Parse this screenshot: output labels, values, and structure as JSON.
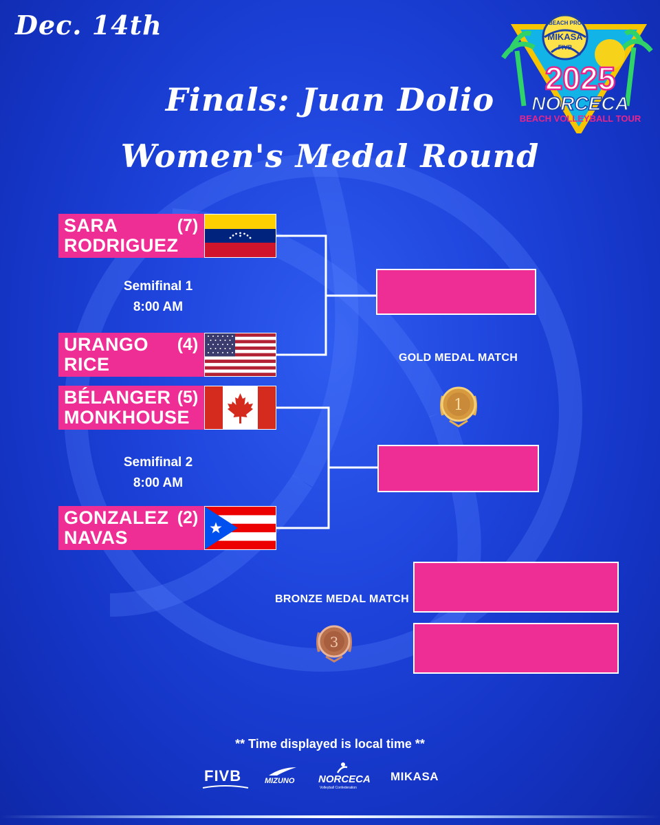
{
  "header": {
    "date": "Dec. 14th",
    "title_line1": "Finals: Juan Dolio",
    "title_line2": "Women's Medal Round"
  },
  "logo": {
    "top_text": "BEACH PRO",
    "ball_brand": "MIKASA",
    "ball_sub": "FIVB",
    "year": "2025",
    "name": "NORCECA",
    "subtitle": "BEACH VOLLEYBALL TOUR"
  },
  "semifinal1": {
    "label": "Semifinal 1",
    "time": "8:00 AM",
    "team_a": {
      "line1": "SARA",
      "line2": "RODRIGUEZ",
      "seed": "(7)",
      "flag": "venezuela-flag"
    },
    "team_b": {
      "line1": "URANGO",
      "line2": "RICE",
      "seed": "(4)",
      "flag": "usa-flag"
    }
  },
  "semifinal2": {
    "label": "Semifinal 2",
    "time": "8:00 AM",
    "team_a": {
      "line1": "BÉLANGER",
      "line2": "MONKHOUSE",
      "seed": "(5)",
      "flag": "canada-flag"
    },
    "team_b": {
      "line1": "GONZALEZ",
      "line2": "NAVAS",
      "seed": "(2)",
      "flag": "puerto-rico-flag"
    }
  },
  "gold": {
    "label": "GOLD MEDAL MATCH",
    "medal_number": "1",
    "medal_color": "#c98a3a"
  },
  "bronze": {
    "label": "BRONZE MEDAL MATCH",
    "medal_number": "3",
    "medal_color": "#b86f4c"
  },
  "footer": {
    "note": "** Time displayed is local time **",
    "sponsors": [
      "FIVB",
      "MIZUNO",
      "NORCECA",
      "MIKASA"
    ],
    "norceca_sub": "Volleyball Confederation"
  },
  "colors": {
    "background": "#1e44dc",
    "team_box": "#ee2d95",
    "line": "#ffffff"
  }
}
